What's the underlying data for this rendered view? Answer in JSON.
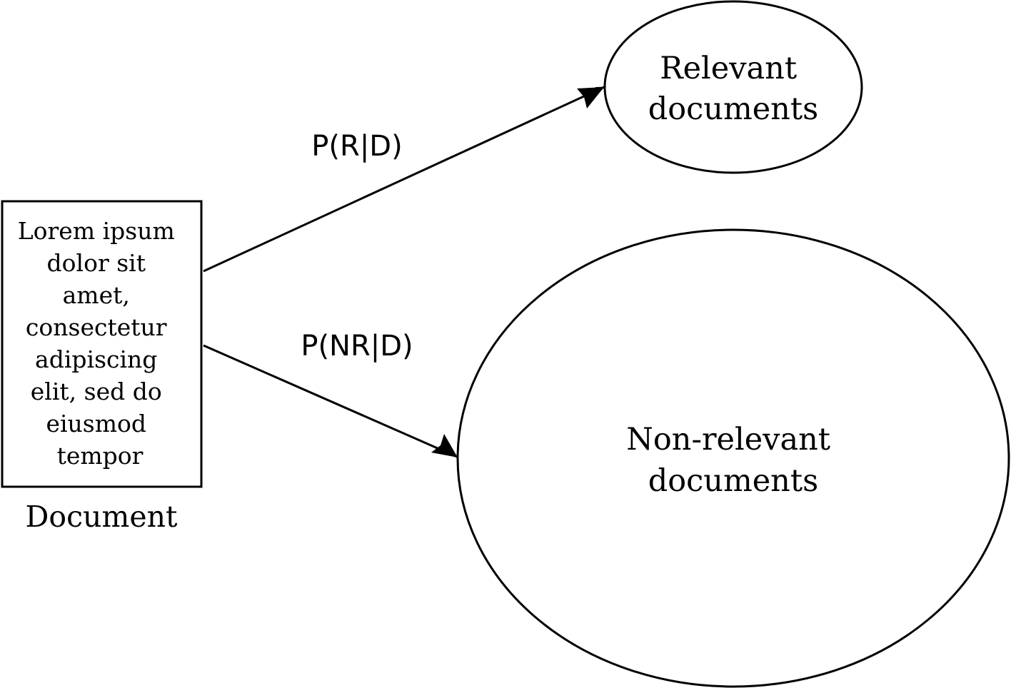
{
  "document": {
    "lines": [
      "Lorem ipsum",
      "dolor sit",
      "amet,",
      "consectetur",
      "adipiscing",
      "elit, sed do",
      "eiusmod",
      "tempor"
    ],
    "caption": "Document"
  },
  "nodes": {
    "relevant": {
      "lines": [
        "Relevant",
        "documents"
      ]
    },
    "non_relevant": {
      "lines": [
        "Non-relevant",
        "documents"
      ]
    }
  },
  "edges": {
    "to_relevant": {
      "label": "P(R|D)"
    },
    "to_non_relevant": {
      "label": "P(NR|D)"
    }
  },
  "colors": {
    "stroke": "#000000",
    "background": "#ffffff"
  }
}
